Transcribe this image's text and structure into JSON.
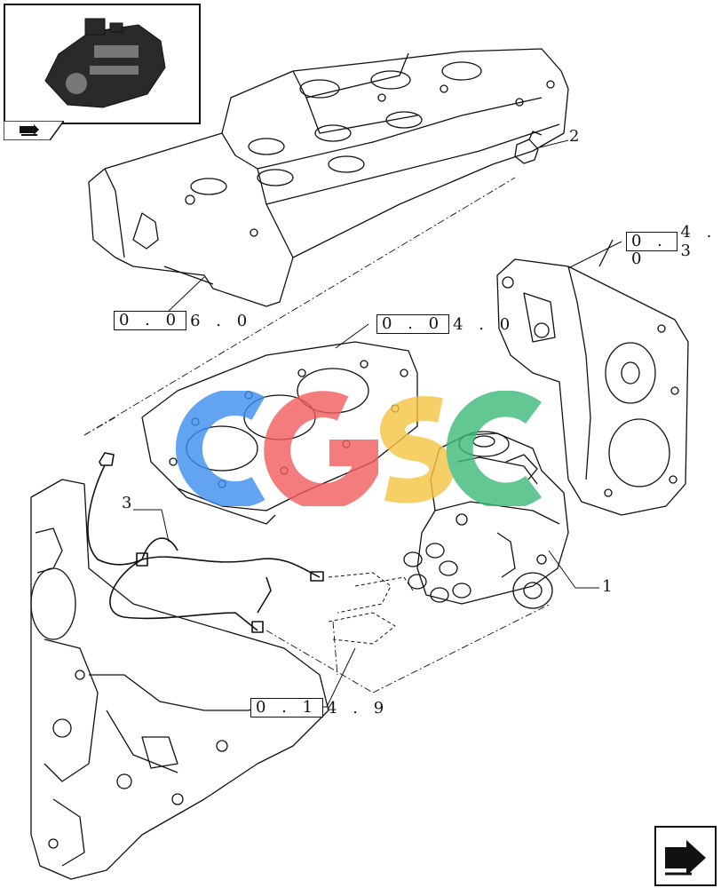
{
  "callouts": {
    "part_1": "1",
    "part_2": "2",
    "part_3": "3"
  },
  "references": {
    "ref_04_3": {
      "boxed": "0 . 0",
      "rest": "4 . 3"
    },
    "ref_06_0": {
      "boxed": "0 . 0",
      "rest": "6 . 0"
    },
    "ref_04_0": {
      "boxed": "0 . 0",
      "rest": "4 . 0"
    },
    "ref_14_9": {
      "boxed": "0 . 1",
      "rest": "4 . 9"
    }
  },
  "watermark": {
    "colors": [
      "#3d8ef0",
      "#f25c5c",
      "#f5c542",
      "#3dba7a"
    ]
  },
  "icons": {
    "thumbnail": "engine-thumbnail-icon",
    "tab": "catalog-arrow-icon",
    "nav": "next-page-arrow-icon"
  }
}
